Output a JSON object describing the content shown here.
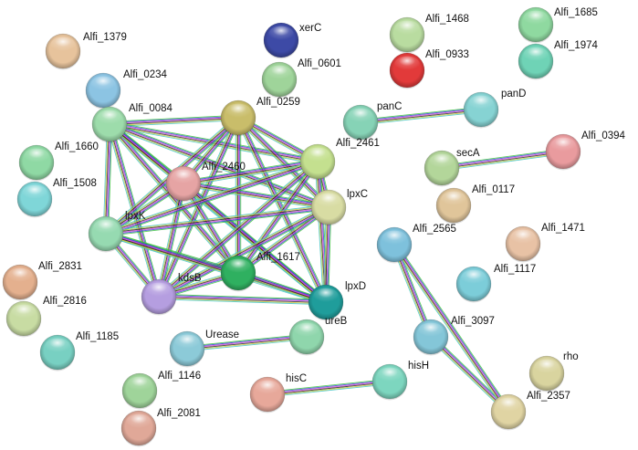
{
  "network": {
    "nodes": [
      {
        "id": "Alfi_1379",
        "label": "Alfi_1379",
        "color": "#e7c39c"
      },
      {
        "id": "xerC",
        "label": "xerC",
        "color": "#3d4aa6"
      },
      {
        "id": "Alfi_0601",
        "label": "Alfi_0601",
        "color": "#9fd49a"
      },
      {
        "id": "Alfi_1468",
        "label": "Alfi_1468",
        "color": "#b9dca0"
      },
      {
        "id": "Alfi_0933",
        "label": "Alfi_0933",
        "color": "#e23a3a"
      },
      {
        "id": "Alfi_1685",
        "label": "Alfi_1685",
        "color": "#8fd9a0"
      },
      {
        "id": "Alfi_1974",
        "label": "Alfi_1974",
        "color": "#6fd3b6"
      },
      {
        "id": "Alfi_0234",
        "label": "Alfi_0234",
        "color": "#8cc4e3"
      },
      {
        "id": "Alfi_0084",
        "label": "Alfi_0084",
        "color": "#9ddcab"
      },
      {
        "id": "Alfi_0259",
        "label": "Alfi_0259",
        "color": "#c9bd6a"
      },
      {
        "id": "panC",
        "label": "panC",
        "color": "#86d3b6"
      },
      {
        "id": "panD",
        "label": "panD",
        "color": "#86d3d3"
      },
      {
        "id": "Alfi_2461",
        "label": "Alfi_2461",
        "color": "#c4e08f"
      },
      {
        "id": "Alfi_0394",
        "label": "Alfi_0394",
        "color": "#e99b9e"
      },
      {
        "id": "Alfi_1660",
        "label": "Alfi_1660",
        "color": "#8fd9a4"
      },
      {
        "id": "Alfi_2460",
        "label": "Alfi_2460",
        "color": "#e6a4a4"
      },
      {
        "id": "secA",
        "label": "secA",
        "color": "#b3d69a"
      },
      {
        "id": "Alfi_1508",
        "label": "Alfi_1508",
        "color": "#7fd6d8"
      },
      {
        "id": "lpxC",
        "label": "lpxC",
        "color": "#d8dca3"
      },
      {
        "id": "Alfi_0117",
        "label": "Alfi_0117",
        "color": "#e0c59a"
      },
      {
        "id": "lpxK",
        "label": "lpxK",
        "color": "#96dab1"
      },
      {
        "id": "Alfi_2565",
        "label": "Alfi_2565",
        "color": "#7ec1dc"
      },
      {
        "id": "Alfi_1471",
        "label": "Alfi_1471",
        "color": "#e8c2a5"
      },
      {
        "id": "Alfi_1617",
        "label": "Alfi_1617",
        "color": "#2fb060"
      },
      {
        "id": "Alfi_2831",
        "label": "Alfi_2831",
        "color": "#e4b08e"
      },
      {
        "id": "Alfi_1117",
        "label": "Alfi_1117",
        "color": "#7ccdd9"
      },
      {
        "id": "kdsB",
        "label": "kdsB",
        "color": "#b59ee0"
      },
      {
        "id": "lpxD",
        "label": "lpxD",
        "color": "#1f9d9b"
      },
      {
        "id": "Alfi_2816",
        "label": "Alfi_2816",
        "color": "#c8dca3"
      },
      {
        "id": "ureB",
        "label": "ureB",
        "color": "#8fd6ac"
      },
      {
        "id": "Alfi_3097",
        "label": "Alfi_3097",
        "color": "#84c6d8"
      },
      {
        "id": "Alfi_1185",
        "label": "Alfi_1185",
        "color": "#78d0c2"
      },
      {
        "id": "Urease",
        "label": "Urease",
        "color": "#8ccad8"
      },
      {
        "id": "rho",
        "label": "rho",
        "color": "#d9d49f"
      },
      {
        "id": "Alfi_1146",
        "label": "Alfi_1146",
        "color": "#9fd49a"
      },
      {
        "id": "hisH",
        "label": "hisH",
        "color": "#7dd6bf"
      },
      {
        "id": "hisC",
        "label": "hisC",
        "color": "#e7a89a"
      },
      {
        "id": "Alfi_2357",
        "label": "Alfi_2357",
        "color": "#e0d4a3"
      },
      {
        "id": "Alfi_2081",
        "label": "Alfi_2081",
        "color": "#e0a898"
      }
    ],
    "edges": [
      [
        "Alfi_0084",
        "Alfi_0259"
      ],
      [
        "Alfi_0084",
        "Alfi_2460"
      ],
      [
        "Alfi_0084",
        "Alfi_2461"
      ],
      [
        "Alfi_0084",
        "lpxC"
      ],
      [
        "Alfi_0084",
        "lpxK"
      ],
      [
        "Alfi_0084",
        "Alfi_1617"
      ],
      [
        "Alfi_0084",
        "kdsB"
      ],
      [
        "Alfi_0084",
        "lpxD"
      ],
      [
        "Alfi_0259",
        "Alfi_2460"
      ],
      [
        "Alfi_0259",
        "Alfi_2461"
      ],
      [
        "Alfi_0259",
        "lpxC"
      ],
      [
        "Alfi_0259",
        "lpxK"
      ],
      [
        "Alfi_0259",
        "Alfi_1617"
      ],
      [
        "Alfi_0259",
        "kdsB"
      ],
      [
        "Alfi_0259",
        "lpxD"
      ],
      [
        "Alfi_2460",
        "Alfi_2461"
      ],
      [
        "Alfi_2460",
        "lpxC"
      ],
      [
        "Alfi_2460",
        "lpxK"
      ],
      [
        "Alfi_2460",
        "Alfi_1617"
      ],
      [
        "Alfi_2460",
        "kdsB"
      ],
      [
        "Alfi_2460",
        "lpxD"
      ],
      [
        "Alfi_2461",
        "lpxC"
      ],
      [
        "Alfi_2461",
        "lpxK"
      ],
      [
        "Alfi_2461",
        "Alfi_1617"
      ],
      [
        "Alfi_2461",
        "kdsB"
      ],
      [
        "Alfi_2461",
        "lpxD"
      ],
      [
        "lpxC",
        "lpxK"
      ],
      [
        "lpxC",
        "Alfi_1617"
      ],
      [
        "lpxC",
        "kdsB"
      ],
      [
        "lpxC",
        "lpxD"
      ],
      [
        "lpxK",
        "Alfi_1617"
      ],
      [
        "lpxK",
        "kdsB"
      ],
      [
        "lpxK",
        "lpxD"
      ],
      [
        "Alfi_1617",
        "kdsB"
      ],
      [
        "Alfi_1617",
        "lpxD"
      ],
      [
        "kdsB",
        "lpxD"
      ],
      [
        "panC",
        "panD"
      ],
      [
        "secA",
        "Alfi_0394"
      ],
      [
        "Urease",
        "ureB"
      ],
      [
        "hisC",
        "hisH"
      ],
      [
        "Alfi_2565",
        "Alfi_3097"
      ],
      [
        "Alfi_3097",
        "Alfi_2357"
      ],
      [
        "Alfi_2565",
        "Alfi_2357"
      ]
    ],
    "edge_colors": [
      "#3cc43c",
      "#2f3fd0",
      "#d43cd4",
      "#222222",
      "#c8c83c",
      "#40c4c4"
    ]
  }
}
